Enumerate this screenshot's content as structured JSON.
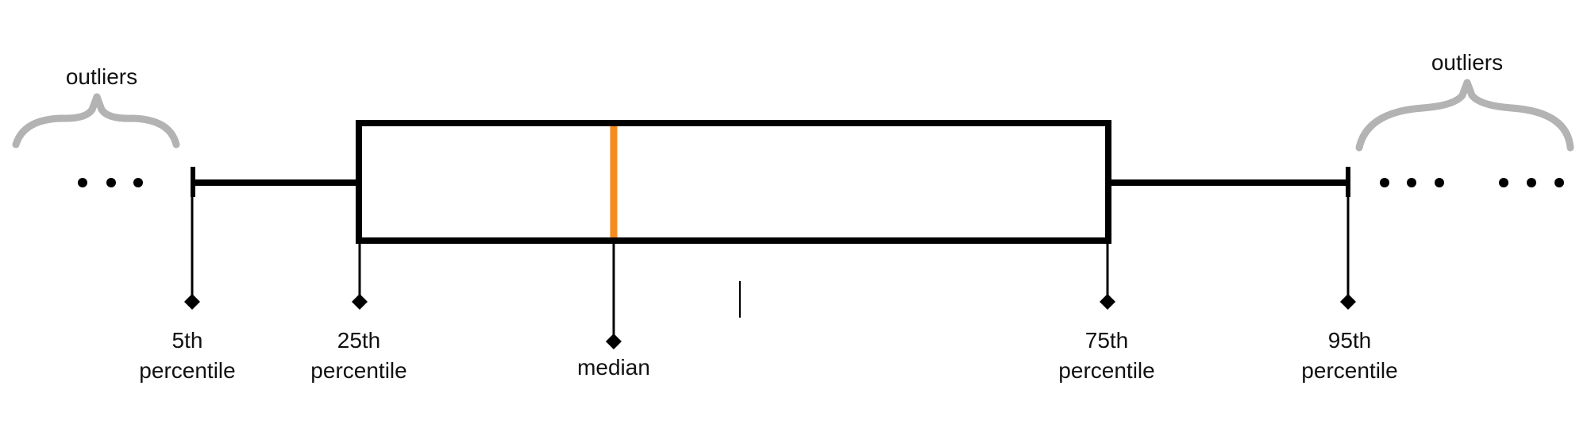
{
  "labels": {
    "outliers_left": "outliers",
    "outliers_right": "outliers",
    "p5_line1": "5th",
    "p5_line2": "percentile",
    "p25_line1": "25th",
    "p25_line2": "percentile",
    "median": "median",
    "p75_line1": "75th",
    "p75_line2": "percentile",
    "p95_line1": "95th",
    "p95_line2": "percentile"
  },
  "colors": {
    "stroke": "#000000",
    "median_line": "#F58A1F",
    "brace": "#B3B3B3",
    "text": "#111111"
  }
}
